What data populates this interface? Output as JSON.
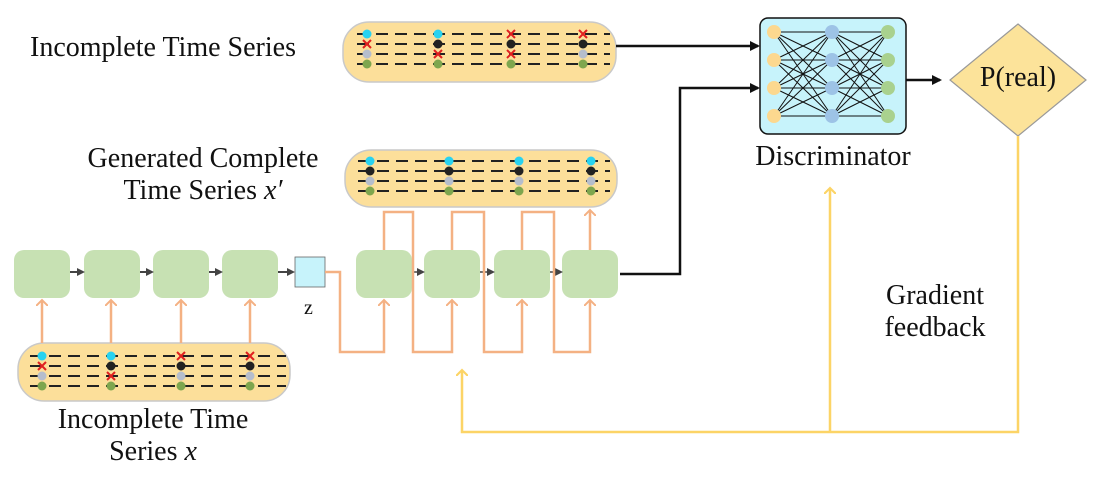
{
  "labels": {
    "incomplete_top": "Incomplete Time Series",
    "generated_line1": "Generated Complete",
    "generated_line2_text": "Time Series ",
    "generated_var": "x′",
    "incomplete_bottom_line1": "Incomplete Time",
    "incomplete_bottom_line2_text": "Series ",
    "incomplete_bottom_var": "x",
    "latent": "z",
    "discriminator": "Discriminator",
    "output": "P(real)",
    "feedback_line1": "Gradient",
    "feedback_line2": "feedback"
  },
  "colors": {
    "series_fill": "#fcdf9a",
    "series_stroke": "#c9c9c9",
    "rnn_cell": "#c7e1b3",
    "latent_box": "#c7f3fb",
    "discriminator_fill": "#c7f3fb",
    "decision_fill": "#fce39a",
    "orange_arrow": "#f4b183",
    "yellow_arrow": "#fcd466",
    "node_cyan": "#28d2f0",
    "node_black": "#222222",
    "node_gray": "#b5bdcc",
    "node_green": "#7ea64e",
    "node_red": "#e02020",
    "nn_input": "#fcd88f",
    "nn_hidden": "#9dc3e6",
    "nn_output": "#a9d18e"
  },
  "icons": {
    "missing_value": "red-x-icon"
  }
}
